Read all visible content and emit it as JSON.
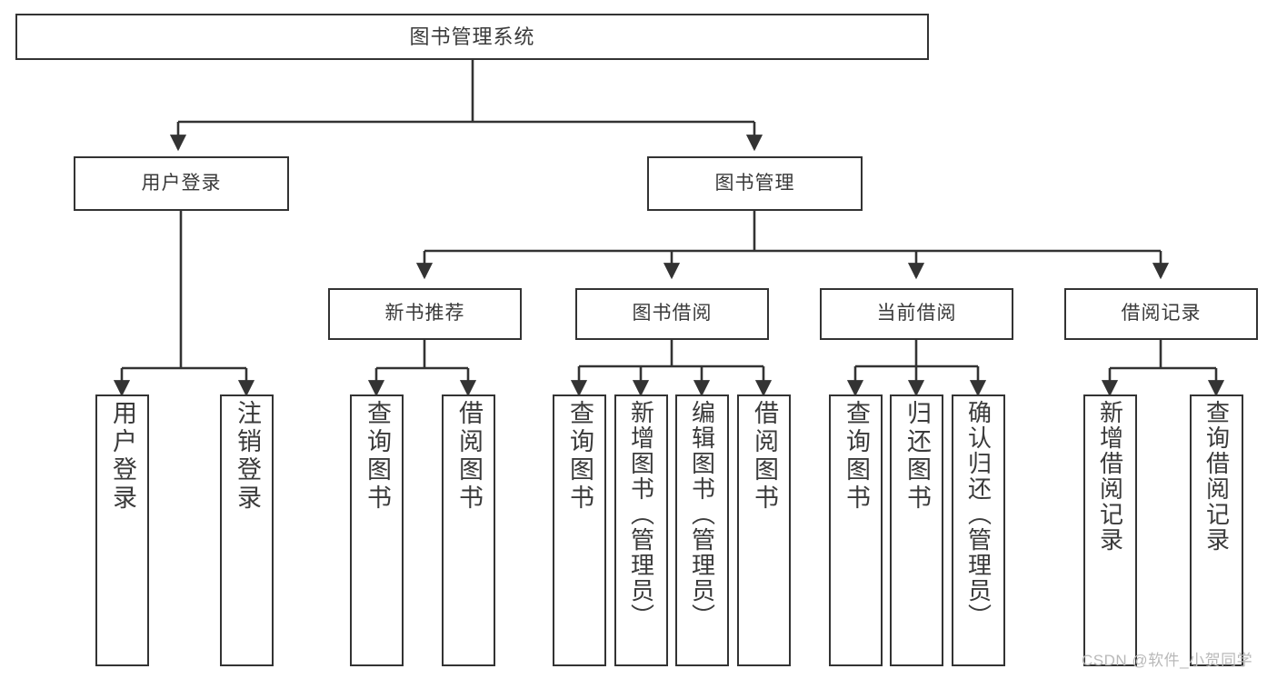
{
  "diagram": {
    "title": "图书管理系统",
    "type": "tree",
    "watermark": "CSDN @软件_小贺同学",
    "colors": {
      "stroke": "#333333",
      "text": "#3a3a3a",
      "background": "#ffffff",
      "watermark": "#b9b9b9"
    }
  },
  "nodes": {
    "root": {
      "label": "图书管理系统"
    },
    "level1": [
      {
        "label": "用户登录"
      },
      {
        "label": "图书管理"
      }
    ],
    "level2": [
      {
        "label": "新书推荐"
      },
      {
        "label": "图书借阅"
      },
      {
        "label": "当前借阅"
      },
      {
        "label": "借阅记录"
      }
    ],
    "leaves": {
      "user_login": [
        {
          "label": "用户登录"
        },
        {
          "label": "注销登录"
        }
      ],
      "new_book": [
        {
          "label": "查询图书"
        },
        {
          "label": "借阅图书"
        }
      ],
      "borrow_book": [
        {
          "label": "查询图书"
        },
        {
          "label": "新增图书（管理员）"
        },
        {
          "label": "编辑图书（管理员）"
        },
        {
          "label": "借阅图书"
        }
      ],
      "current_borrow": [
        {
          "label": "查询图书"
        },
        {
          "label": "归还图书"
        },
        {
          "label": "确认归还（管理员）"
        }
      ],
      "borrow_record": [
        {
          "label": "新增借阅记录"
        },
        {
          "label": "查询借阅记录"
        }
      ]
    }
  },
  "edges": [
    {
      "from": "图书管理系统",
      "to": "用户登录"
    },
    {
      "from": "图书管理系统",
      "to": "图书管理"
    },
    {
      "from": "用户登录",
      "to": "用户登录"
    },
    {
      "from": "用户登录",
      "to": "注销登录"
    },
    {
      "from": "图书管理",
      "to": "新书推荐"
    },
    {
      "from": "图书管理",
      "to": "图书借阅"
    },
    {
      "from": "图书管理",
      "to": "当前借阅"
    },
    {
      "from": "图书管理",
      "to": "借阅记录"
    },
    {
      "from": "新书推荐",
      "to": "查询图书"
    },
    {
      "from": "新书推荐",
      "to": "借阅图书"
    },
    {
      "from": "图书借阅",
      "to": "查询图书"
    },
    {
      "from": "图书借阅",
      "to": "新增图书（管理员）"
    },
    {
      "from": "图书借阅",
      "to": "编辑图书（管理员）"
    },
    {
      "from": "图书借阅",
      "to": "借阅图书"
    },
    {
      "from": "当前借阅",
      "to": "查询图书"
    },
    {
      "from": "当前借阅",
      "to": "归还图书"
    },
    {
      "from": "当前借阅",
      "to": "确认归还（管理员）"
    },
    {
      "from": "借阅记录",
      "to": "新增借阅记录"
    },
    {
      "from": "借阅记录",
      "to": "查询借阅记录"
    }
  ]
}
